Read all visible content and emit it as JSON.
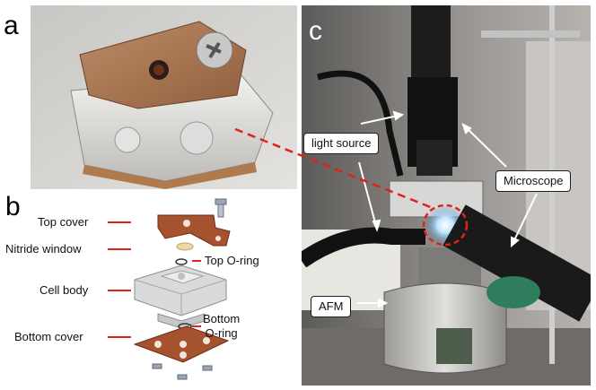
{
  "panels": {
    "a": {
      "letter": "a"
    },
    "b": {
      "letter": "b"
    },
    "c": {
      "letter": "c"
    }
  },
  "exploded_view": {
    "labels_left": [
      "Top cover",
      "Nitride window",
      "Cell body",
      "Bottom cover"
    ],
    "labels_right": [
      "Top O-ring",
      "Bottom\nO-ring"
    ]
  },
  "setup_photo": {
    "callouts": [
      "light source",
      "Microscope",
      "AFM"
    ]
  },
  "colors": {
    "leader_lines": "#e0221d",
    "copper": "#a5522f",
    "cell_body": "#d9dadb"
  }
}
